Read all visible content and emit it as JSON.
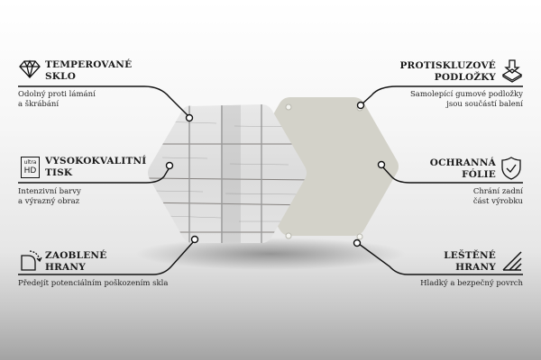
{
  "features": {
    "tempered_glass": {
      "title_1": "TEMPEROVANÉ",
      "title_2": "SKLO",
      "desc_1": "Odolný proti lámání",
      "desc_2": "a škrábání",
      "icon": "diamond-icon"
    },
    "hq_print": {
      "title_1": "VYSOKOKVALITNÍ",
      "title_2": "TISK",
      "desc_1": "Intenzivní barvy",
      "desc_2": "a výrazný obraz",
      "icon": "ultra-hd-icon",
      "icon_text_1": "ultra",
      "icon_text_2": "HD"
    },
    "rounded_edges": {
      "title_1": "ZAOBLENÉ",
      "title_2": "HRANY",
      "desc_1": "Předejít potenciálním poškozením skla",
      "icon": "rounded-corner-icon"
    },
    "anti_slip": {
      "title_1": "PROTISKLUZOVÉ",
      "title_2": "PODLOŽKY",
      "desc_1": "Samolepící gumové podložky",
      "desc_2": "jsou součástí balení",
      "icon": "anti-slip-pad-icon"
    },
    "protective_foil": {
      "title_1": "OCHRANNÁ",
      "title_2": "FÓLIE",
      "desc_1": "Chrání zadní",
      "desc_2": "část výrobku",
      "icon": "shield-check-icon"
    },
    "polished_edges": {
      "title_1": "LEŠTĚNÉ",
      "title_2": "HRANY",
      "desc_1": "Hladký a bezpečný povrch",
      "icon": "polished-edge-icon"
    }
  },
  "colors": {
    "back_plate": "#d3d2c9",
    "line": "#111111"
  }
}
